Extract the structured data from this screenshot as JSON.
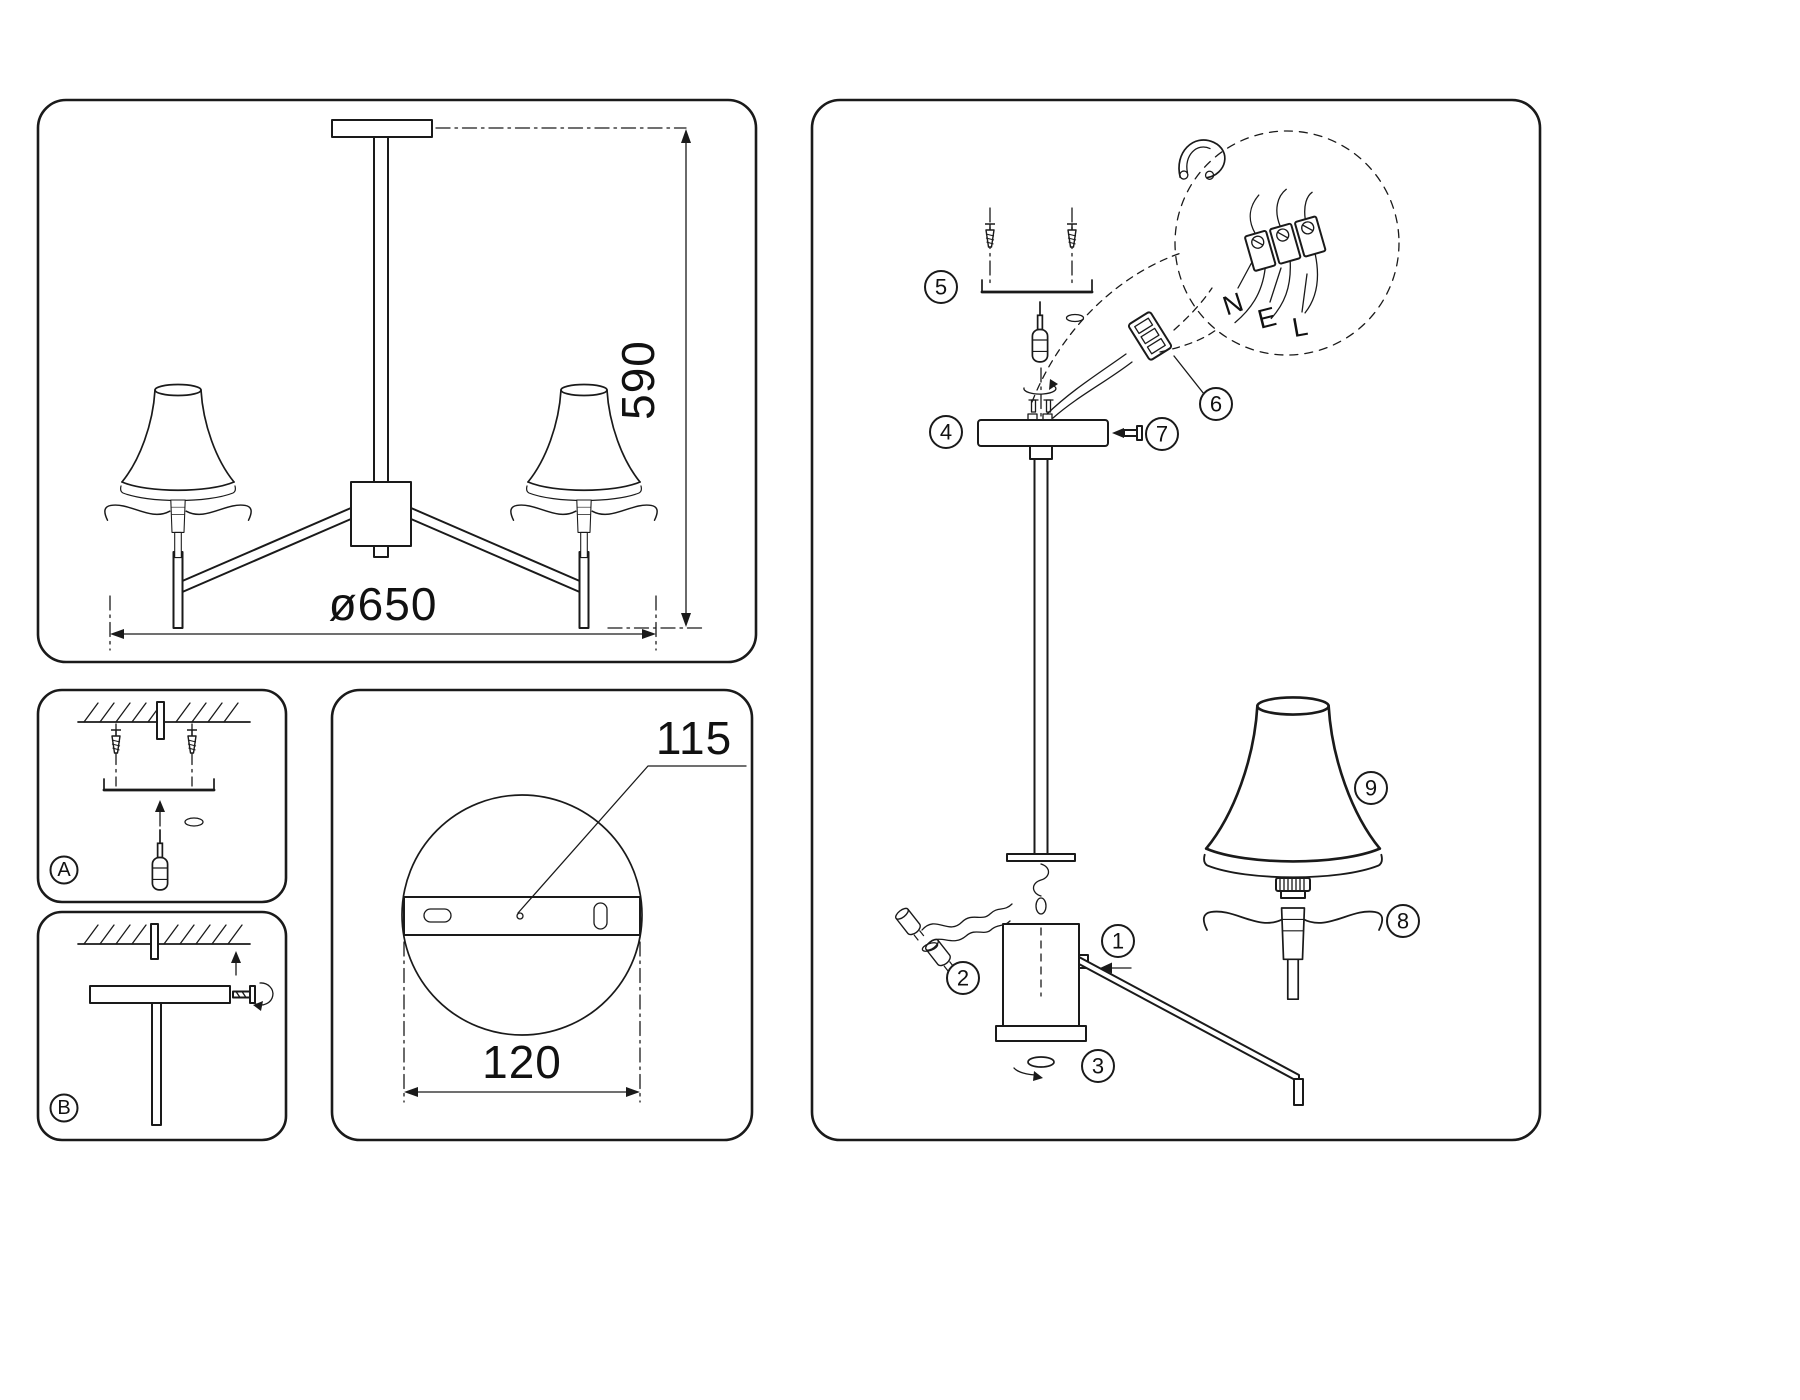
{
  "overview_panel": {
    "height_mm": "590",
    "diameter_mm": "ø650"
  },
  "mounting_detail_a": {
    "label": "A"
  },
  "mounting_detail_b": {
    "label": "B"
  },
  "bracket_panel": {
    "hole_spacing_mm": "115",
    "width_mm": "120"
  },
  "assembly_panel": {
    "steps": {
      "s1": "1",
      "s2": "2",
      "s3": "3",
      "s4": "4",
      "s5": "5",
      "s6": "6",
      "s7": "7",
      "s8": "8",
      "s9": "9"
    },
    "wiring": {
      "neutral": "N",
      "earth": "E",
      "line": "L"
    }
  },
  "colors": {
    "ink": "#1a1a1a",
    "paper": "#ffffff"
  }
}
